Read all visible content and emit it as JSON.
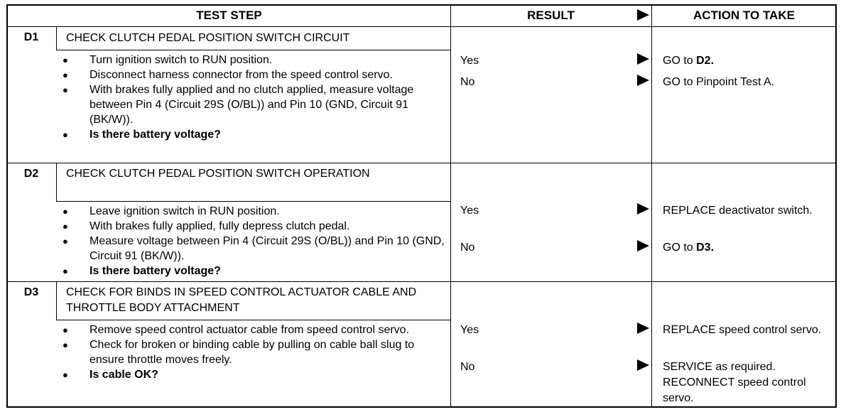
{
  "header": {
    "test_step": "TEST STEP",
    "result": "RESULT",
    "action": "ACTION TO TAKE"
  },
  "steps": [
    {
      "id": "D1",
      "title": "CHECK CLUTCH PEDAL POSITION SWITCH CIRCUIT",
      "bullets": [
        "Turn ignition switch to RUN position.",
        "Disconnect harness connector from the speed control servo.",
        "With brakes fully applied and no clutch applied, measure voltage between Pin 4 (Circuit 29S (O/BL)) and Pin 10 (GND, Circuit 91 (BK/W)).",
        "Is there battery voltage?"
      ],
      "results": [
        {
          "result": "Yes",
          "action_prefix": "GO to ",
          "action_bold": "D2.",
          "action_suffix": ""
        },
        {
          "result": "No",
          "action_prefix": "GO to Pinpoint Test A.",
          "action_bold": "",
          "action_suffix": ""
        }
      ]
    },
    {
      "id": "D2",
      "title": "CHECK CLUTCH PEDAL POSITION SWITCH OPERATION",
      "bullets": [
        "Leave ignition switch in RUN position.",
        "With brakes fully applied, fully depress clutch pedal.",
        "Measure voltage between Pin 4 (Circuit 29S (O/BL)) and Pin 10 (GND, Circuit 91 (BK/W)).",
        "Is there battery voltage?"
      ],
      "results": [
        {
          "result": "Yes",
          "action_prefix": "REPLACE deactivator switch.",
          "action_bold": "",
          "action_suffix": ""
        },
        {
          "result": "No",
          "action_prefix": "GO to ",
          "action_bold": "D3.",
          "action_suffix": ""
        }
      ]
    },
    {
      "id": "D3",
      "title": "CHECK FOR BINDS IN SPEED CONTROL ACTUATOR CABLE AND THROTTLE BODY ATTACHMENT",
      "bullets": [
        "Remove speed control actuator cable from speed control servo.",
        "Check for broken or binding cable by pulling on cable ball slug to ensure throttle moves freely.",
        "Is cable OK?"
      ],
      "results": [
        {
          "result": "Yes",
          "action_prefix": "REPLACE speed control servo.",
          "action_bold": "",
          "action_suffix": ""
        },
        {
          "result": "No",
          "action_prefix": "SERVICE as required. RECONNECT speed control servo.",
          "action_bold": "",
          "action_suffix": ""
        }
      ]
    }
  ]
}
